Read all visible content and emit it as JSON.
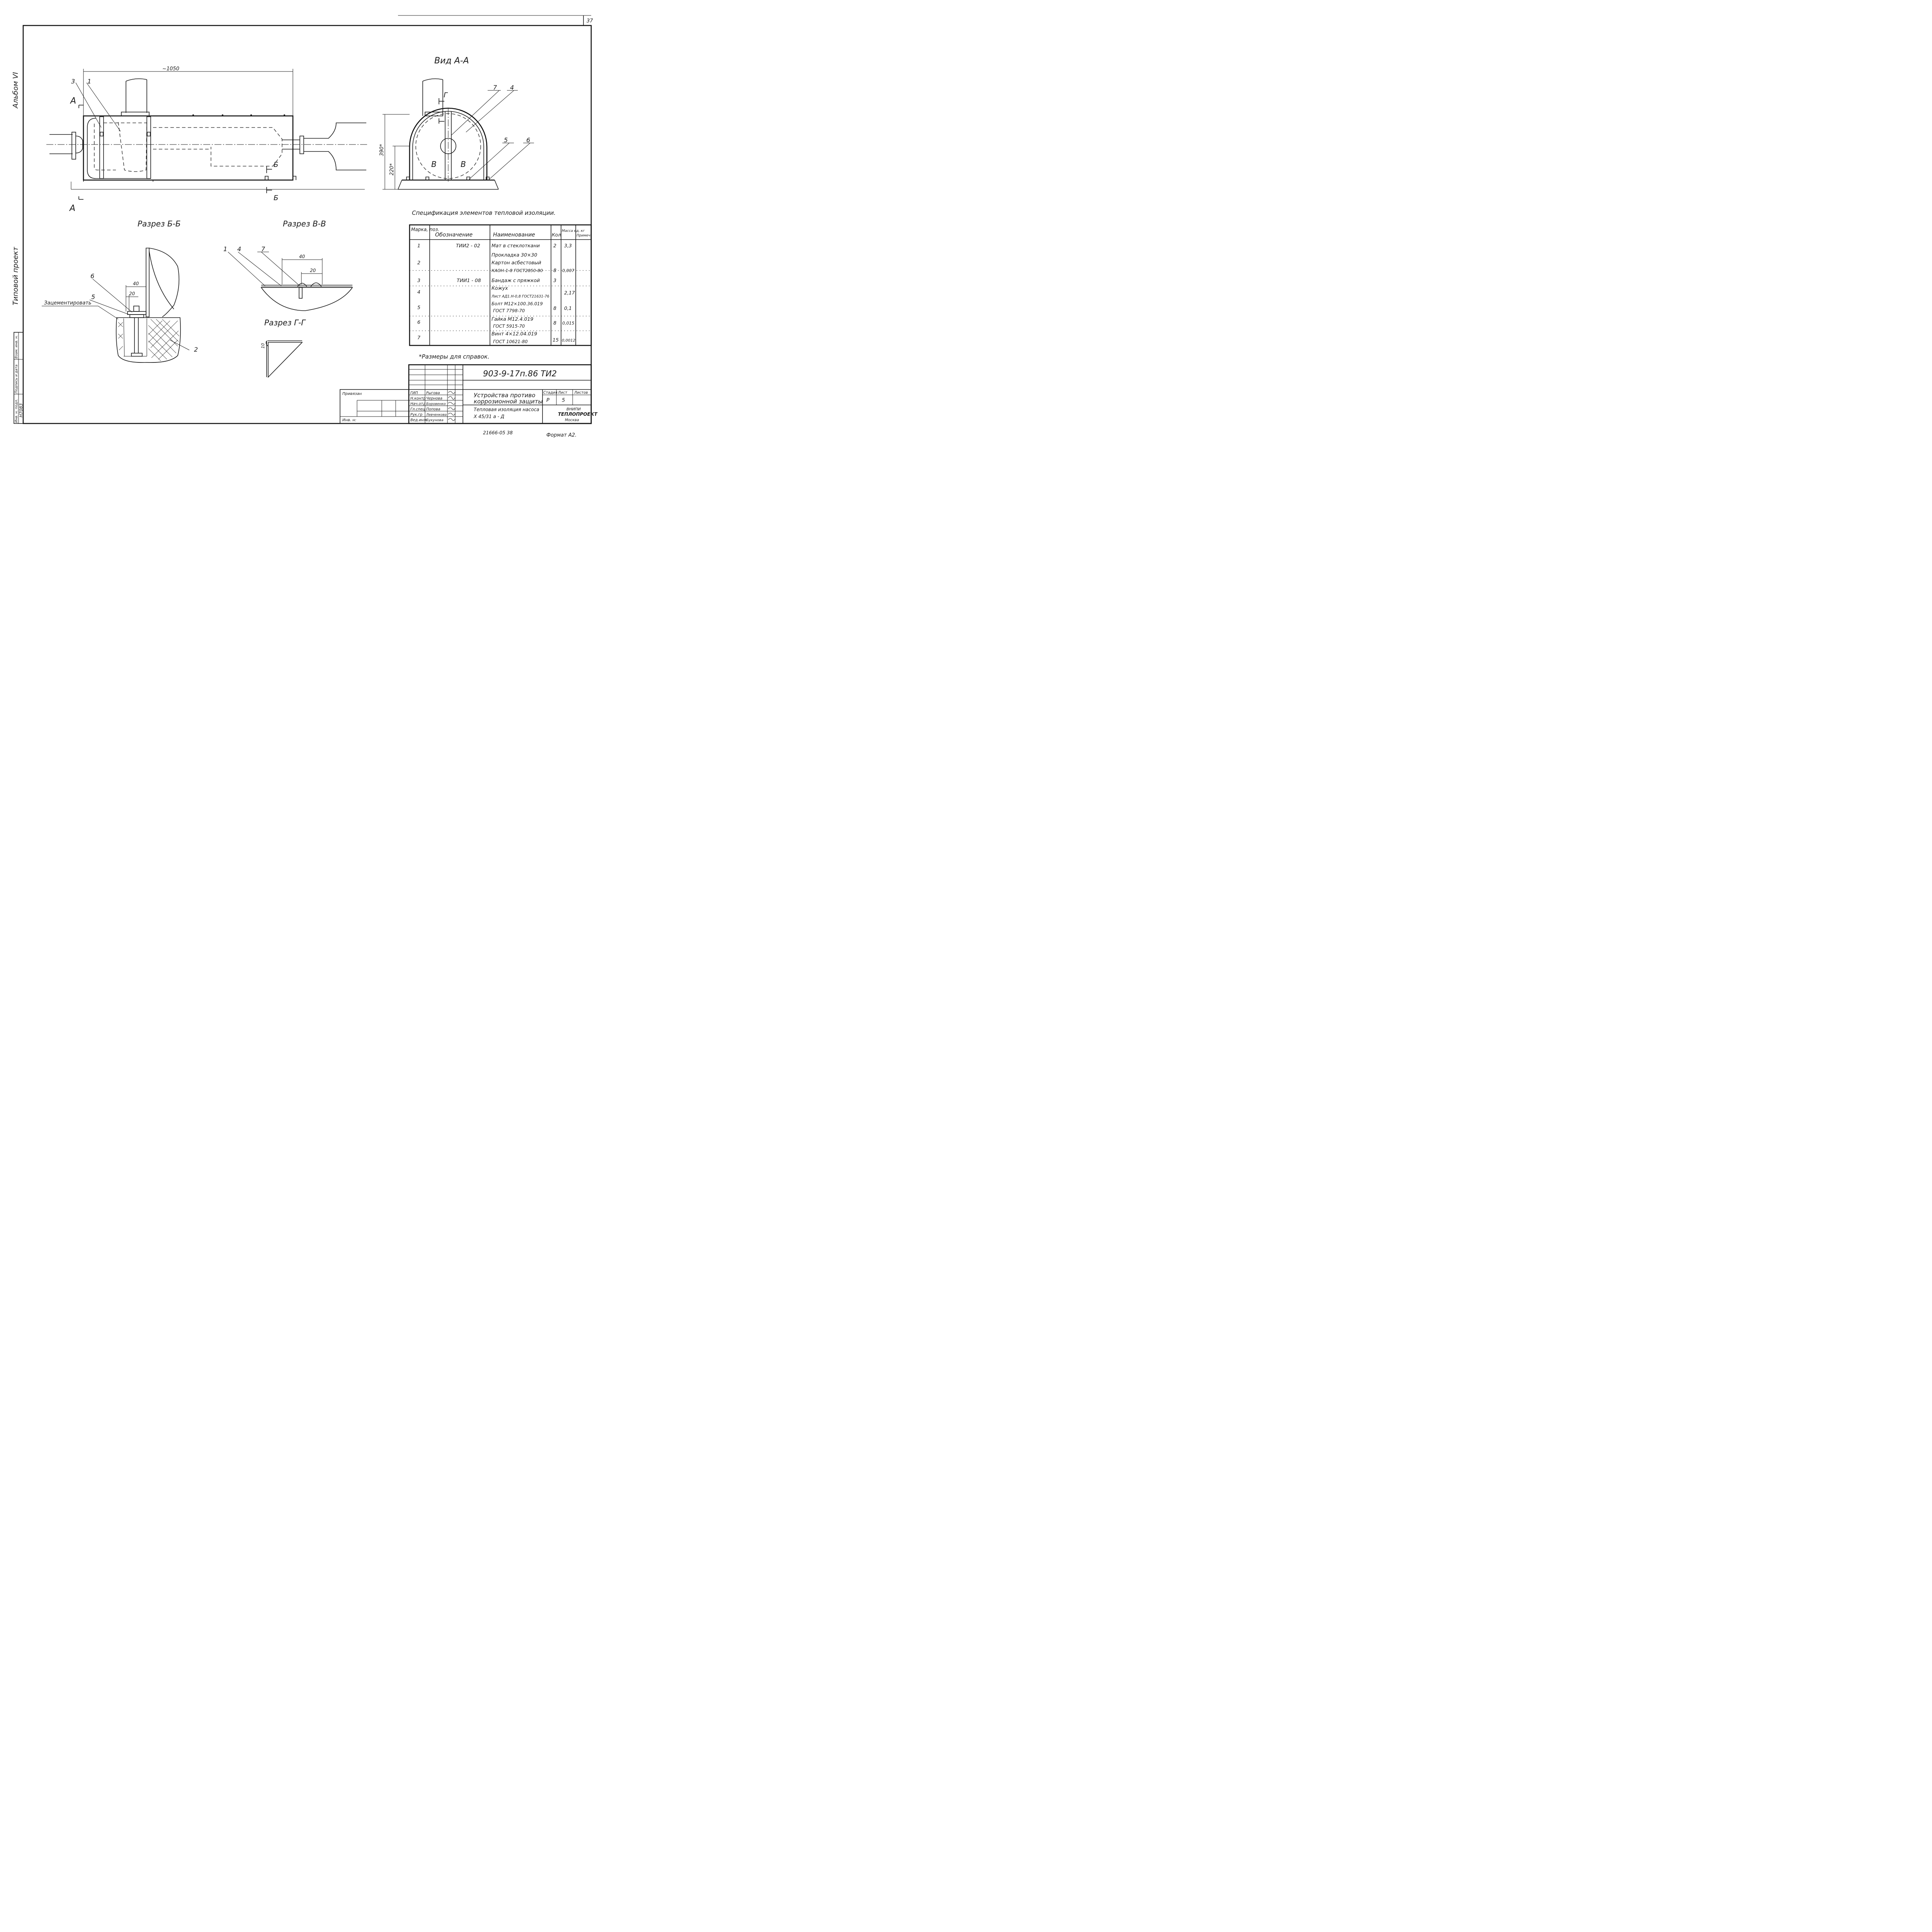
{
  "sheet_number": "37",
  "side_labels": {
    "album": "Альбом VI",
    "typical_project": "Типовой проект",
    "inv_no": "Инв. н. подл.",
    "signature_date": "Подпись и дата",
    "replace_inv": "Взам. инв. н.",
    "inv_value": "Н7083"
  },
  "views": {
    "main_dim": "~1050",
    "view_aa_title": "Вид А-А",
    "section_bb_title": "Разрез Б-Б",
    "section_vv_title": "Разрез В-В",
    "section_gg_title": "Разрез Г-Г",
    "cut_a": "А",
    "cut_b": "Б",
    "cut_v": "В",
    "cut_g": "Г",
    "dim_390": "390*",
    "dim_220": "220*",
    "dim_40": "40",
    "dim_20": "20",
    "dim_10": "10",
    "cement_label": "Зацементировать",
    "callouts": [
      "1",
      "2",
      "3",
      "4",
      "5",
      "6",
      "7"
    ]
  },
  "spec": {
    "title": "Спецификация элементов тепловой изоляции.",
    "headers": [
      "Марка, поз.",
      "Обозначение",
      "Наименование",
      "Кол",
      "Масса ед, кг",
      "Примеч."
    ],
    "rows": [
      {
        "pos": "1",
        "code": "ТИИ2 - 02",
        "name": [
          "Мат в стеклоткани"
        ],
        "qty": "2",
        "mass": "3,3",
        "note": ""
      },
      {
        "pos": "2",
        "code": "",
        "name": [
          "Прокладка 30×30",
          "Картон асбестовый",
          "КАОН-1-8 ГОСТ2850-80"
        ],
        "qty": "8",
        "mass": "0,007",
        "note": ""
      },
      {
        "pos": "3",
        "code": "ТИИ1 - 08",
        "name": [
          "Бандаж с пряжкой"
        ],
        "qty": "3",
        "mass": "",
        "note": ""
      },
      {
        "pos": "4",
        "code": "",
        "name": [
          "Кожух",
          "Лист АД1.Н-0,8 ГОСТ21631-76"
        ],
        "qty": "",
        "mass": "2,17",
        "note": ""
      },
      {
        "pos": "5",
        "code": "",
        "name": [
          "Болт М12×100.36.019",
          "ГОСТ 7798-70"
        ],
        "qty": "8",
        "mass": "0,1",
        "note": ""
      },
      {
        "pos": "6",
        "code": "",
        "name": [
          "Гайка М12.4.019",
          "ГОСТ 5915-70"
        ],
        "qty": "8",
        "mass": "0,015",
        "note": ""
      },
      {
        "pos": "7",
        "code": "",
        "name": [
          "Винт 4×12.04.019",
          "ГОСТ 10621-80"
        ],
        "qty": "15",
        "mass": "0,0012",
        "note": ""
      }
    ],
    "footnote": "*Размеры для справок."
  },
  "title_block": {
    "doc_code": "903-9-17п.86 ТИ2",
    "tied": "Привязан",
    "inv": "Инв. н:",
    "roles": [
      "ГИП",
      "Н.контр",
      "Нач.отд",
      "Гл.спец",
      "Рук.гр",
      "Вед.инж"
    ],
    "names": [
      "Рыгова",
      "Чернова",
      "Боровенко",
      "Попова",
      "Левченкова",
      "Букунова"
    ],
    "title_main": [
      "Устройства противо",
      "коррозионной защиты"
    ],
    "title_sub": [
      "Тепловая изоляция насоса",
      "Х 45/31 а - Д"
    ],
    "stage_header": "Стадия",
    "sheet_header": "Лист",
    "sheets_header": "Листов",
    "stage": "Р",
    "sheet": "5",
    "org": [
      "ВНИПИ",
      "ТЕПЛОПРОЕКТ",
      "Москва"
    ],
    "copy_no": "21666-05   38",
    "format": "Формат А2."
  }
}
